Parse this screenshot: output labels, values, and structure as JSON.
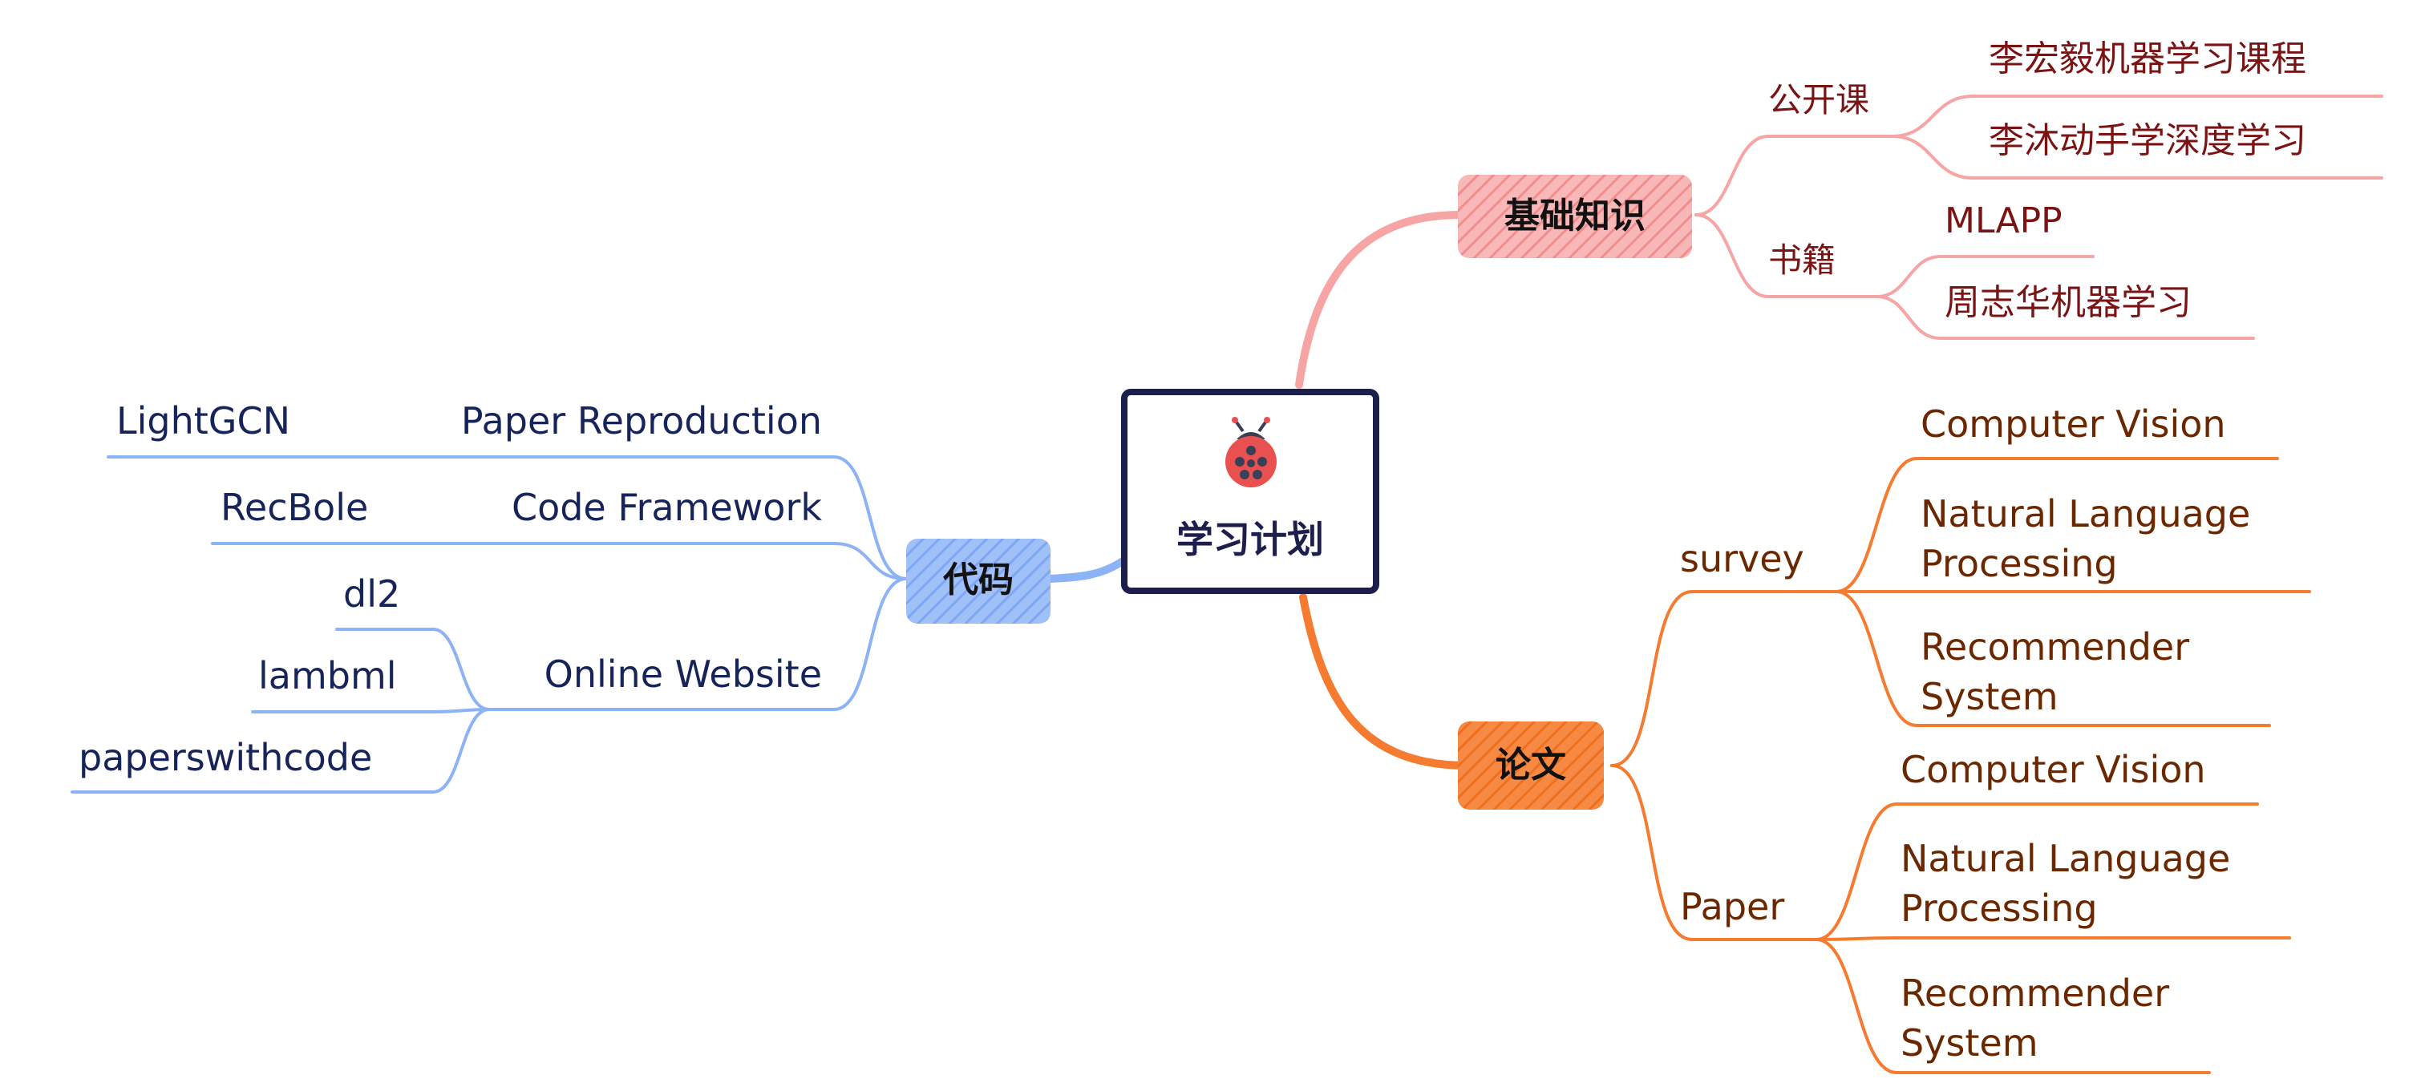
{
  "mindmap": {
    "root": {
      "label": "学习计划",
      "icon": "ladybug-icon"
    },
    "colors": {
      "root_border": "#1c1f4c",
      "basics": "#f7a4a4",
      "papers": "#f47b30",
      "code": "#8db3f7",
      "ladybug": "#e8514f"
    },
    "basics": {
      "label": "基础知识",
      "children": [
        {
          "label": "公开课",
          "children": [
            "李宏毅机器学习课程",
            "李沐动手学深度学习"
          ]
        },
        {
          "label": "书籍",
          "children": [
            "MLAPP",
            "周志华机器学习"
          ]
        }
      ]
    },
    "papers": {
      "label": "论文",
      "children": [
        {
          "label": "survey",
          "children": [
            "Computer Vision",
            "Natural Language Processing",
            "Recommender System"
          ]
        },
        {
          "label": "Paper",
          "children": [
            "Computer Vision",
            "Natural Language Processing",
            "Recommender System"
          ]
        }
      ]
    },
    "code": {
      "label": "代码",
      "children": [
        {
          "label": "Paper Reproduction",
          "children": [
            "LightGCN"
          ]
        },
        {
          "label": "Code Framework",
          "children": [
            "RecBole"
          ]
        },
        {
          "label": "Online Website",
          "children": [
            "dl2",
            "lambml",
            "paperswithcode"
          ]
        }
      ]
    }
  }
}
